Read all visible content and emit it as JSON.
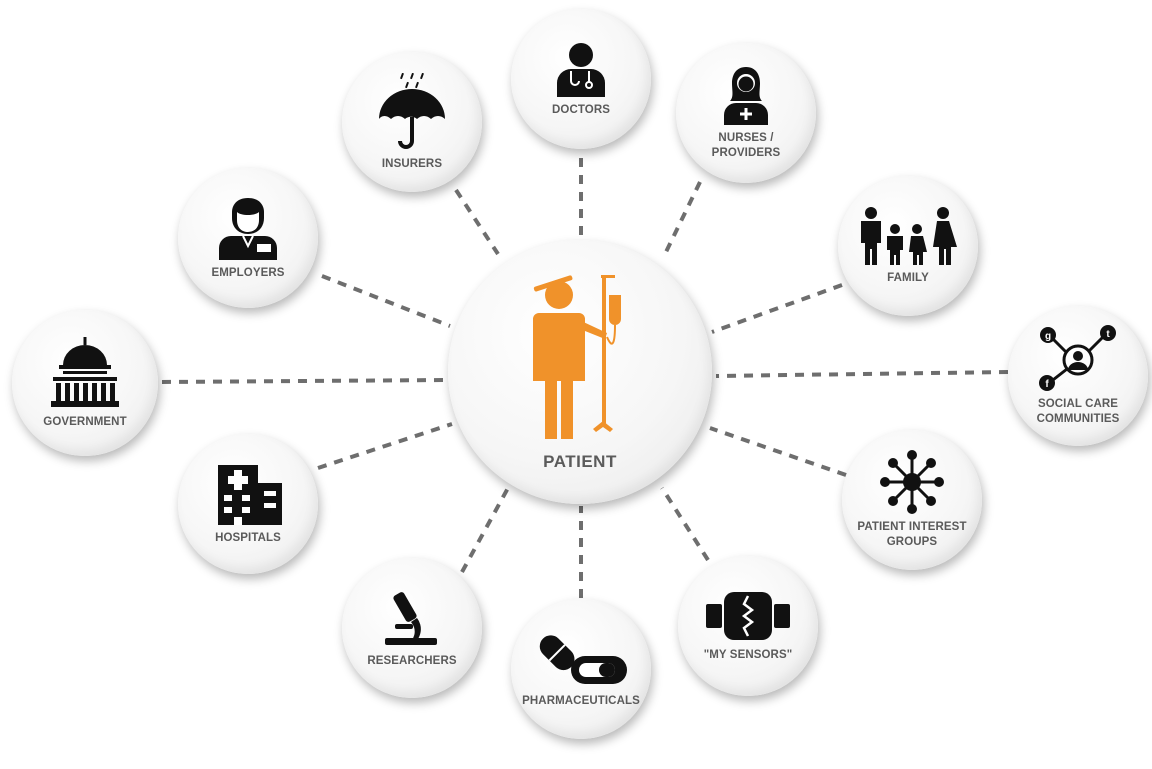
{
  "center": {
    "label": "PATIENT",
    "icon": "patient-iv-icon",
    "accent": "#f0922a"
  },
  "stakeholders": [
    {
      "id": "doctors",
      "label": "DOCTORS",
      "icon": "doctor-icon"
    },
    {
      "id": "nurses",
      "label": "NURSES /\nPROVIDERS",
      "icon": "nurse-icon"
    },
    {
      "id": "family",
      "label": "FAMILY",
      "icon": "family-icon"
    },
    {
      "id": "social",
      "label": "SOCIAL CARE\nCOMMUNITIES",
      "icon": "social-network-icon",
      "badges": [
        "g",
        "t",
        "f"
      ]
    },
    {
      "id": "patient-groups",
      "label": "PATIENT INTEREST\nGROUPS",
      "icon": "network-hub-icon"
    },
    {
      "id": "sensors",
      "label": "\"MY SENSORS\"",
      "icon": "wearable-sensor-icon"
    },
    {
      "id": "pharma",
      "label": "PHARMACEUTICALS",
      "icon": "pills-icon"
    },
    {
      "id": "researchers",
      "label": "RESEARCHERS",
      "icon": "microscope-icon"
    },
    {
      "id": "hospitals",
      "label": "HOSPITALS",
      "icon": "hospital-icon"
    },
    {
      "id": "government",
      "label": "GOVERNMENT",
      "icon": "capitol-icon"
    },
    {
      "id": "employers",
      "label": "EMPLOYERS",
      "icon": "employee-icon"
    },
    {
      "id": "insurers",
      "label": "INSURERS",
      "icon": "umbrella-icon"
    }
  ],
  "colors": {
    "icon": "#111111",
    "label": "#5a5a5a",
    "connector": "#6e6e6e",
    "accent": "#f0922a"
  }
}
